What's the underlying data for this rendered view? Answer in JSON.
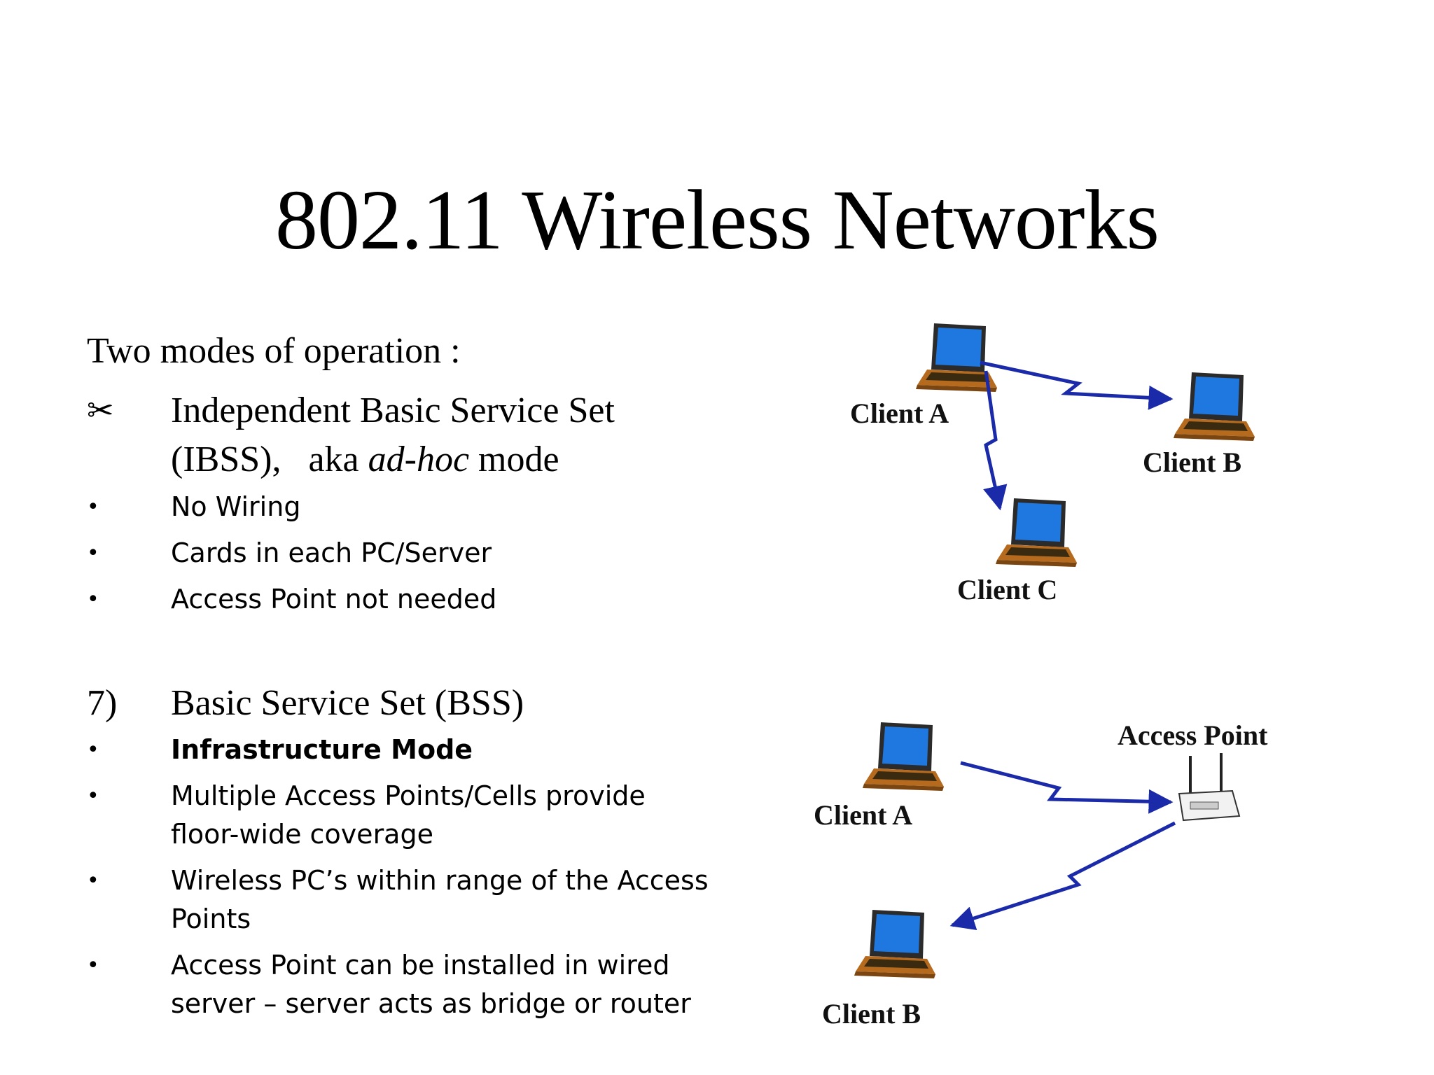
{
  "slide": {
    "title": "802.11 Wireless Networks",
    "intro": "Two modes of operation :",
    "ibss": {
      "marker": "✂",
      "line1": "Independent Basic Service Set",
      "line2_prefix": "(IBSS),   aka ",
      "line2_italic": "ad-hoc",
      "line2_suffix": " mode",
      "bullets": [
        "No Wiring",
        "Cards in each PC/Server",
        "Access Point not needed"
      ]
    },
    "bss": {
      "marker": "7)",
      "heading": "Basic Service Set (BSS)",
      "bullets": [
        "Infrastructure Mode",
        "Multiple Access Points/Cells provide floor-wide coverage",
        "Wireless PC’s within range of the Access Points",
        "Access Point can be installed in wired server – server acts as bridge or router"
      ]
    },
    "bullet_char": "•"
  },
  "diagrams": {
    "adhoc": {
      "labels": [
        "Client A",
        "Client B",
        "Client C"
      ]
    },
    "infrastructure": {
      "labels": [
        "Access Point",
        "Client A",
        "Client B"
      ]
    },
    "colors": {
      "arrow": "#1a2aa8",
      "screen": "#1e78e0",
      "laptop_body": "#b56a1e",
      "laptop_dark": "#3a2a10"
    }
  }
}
